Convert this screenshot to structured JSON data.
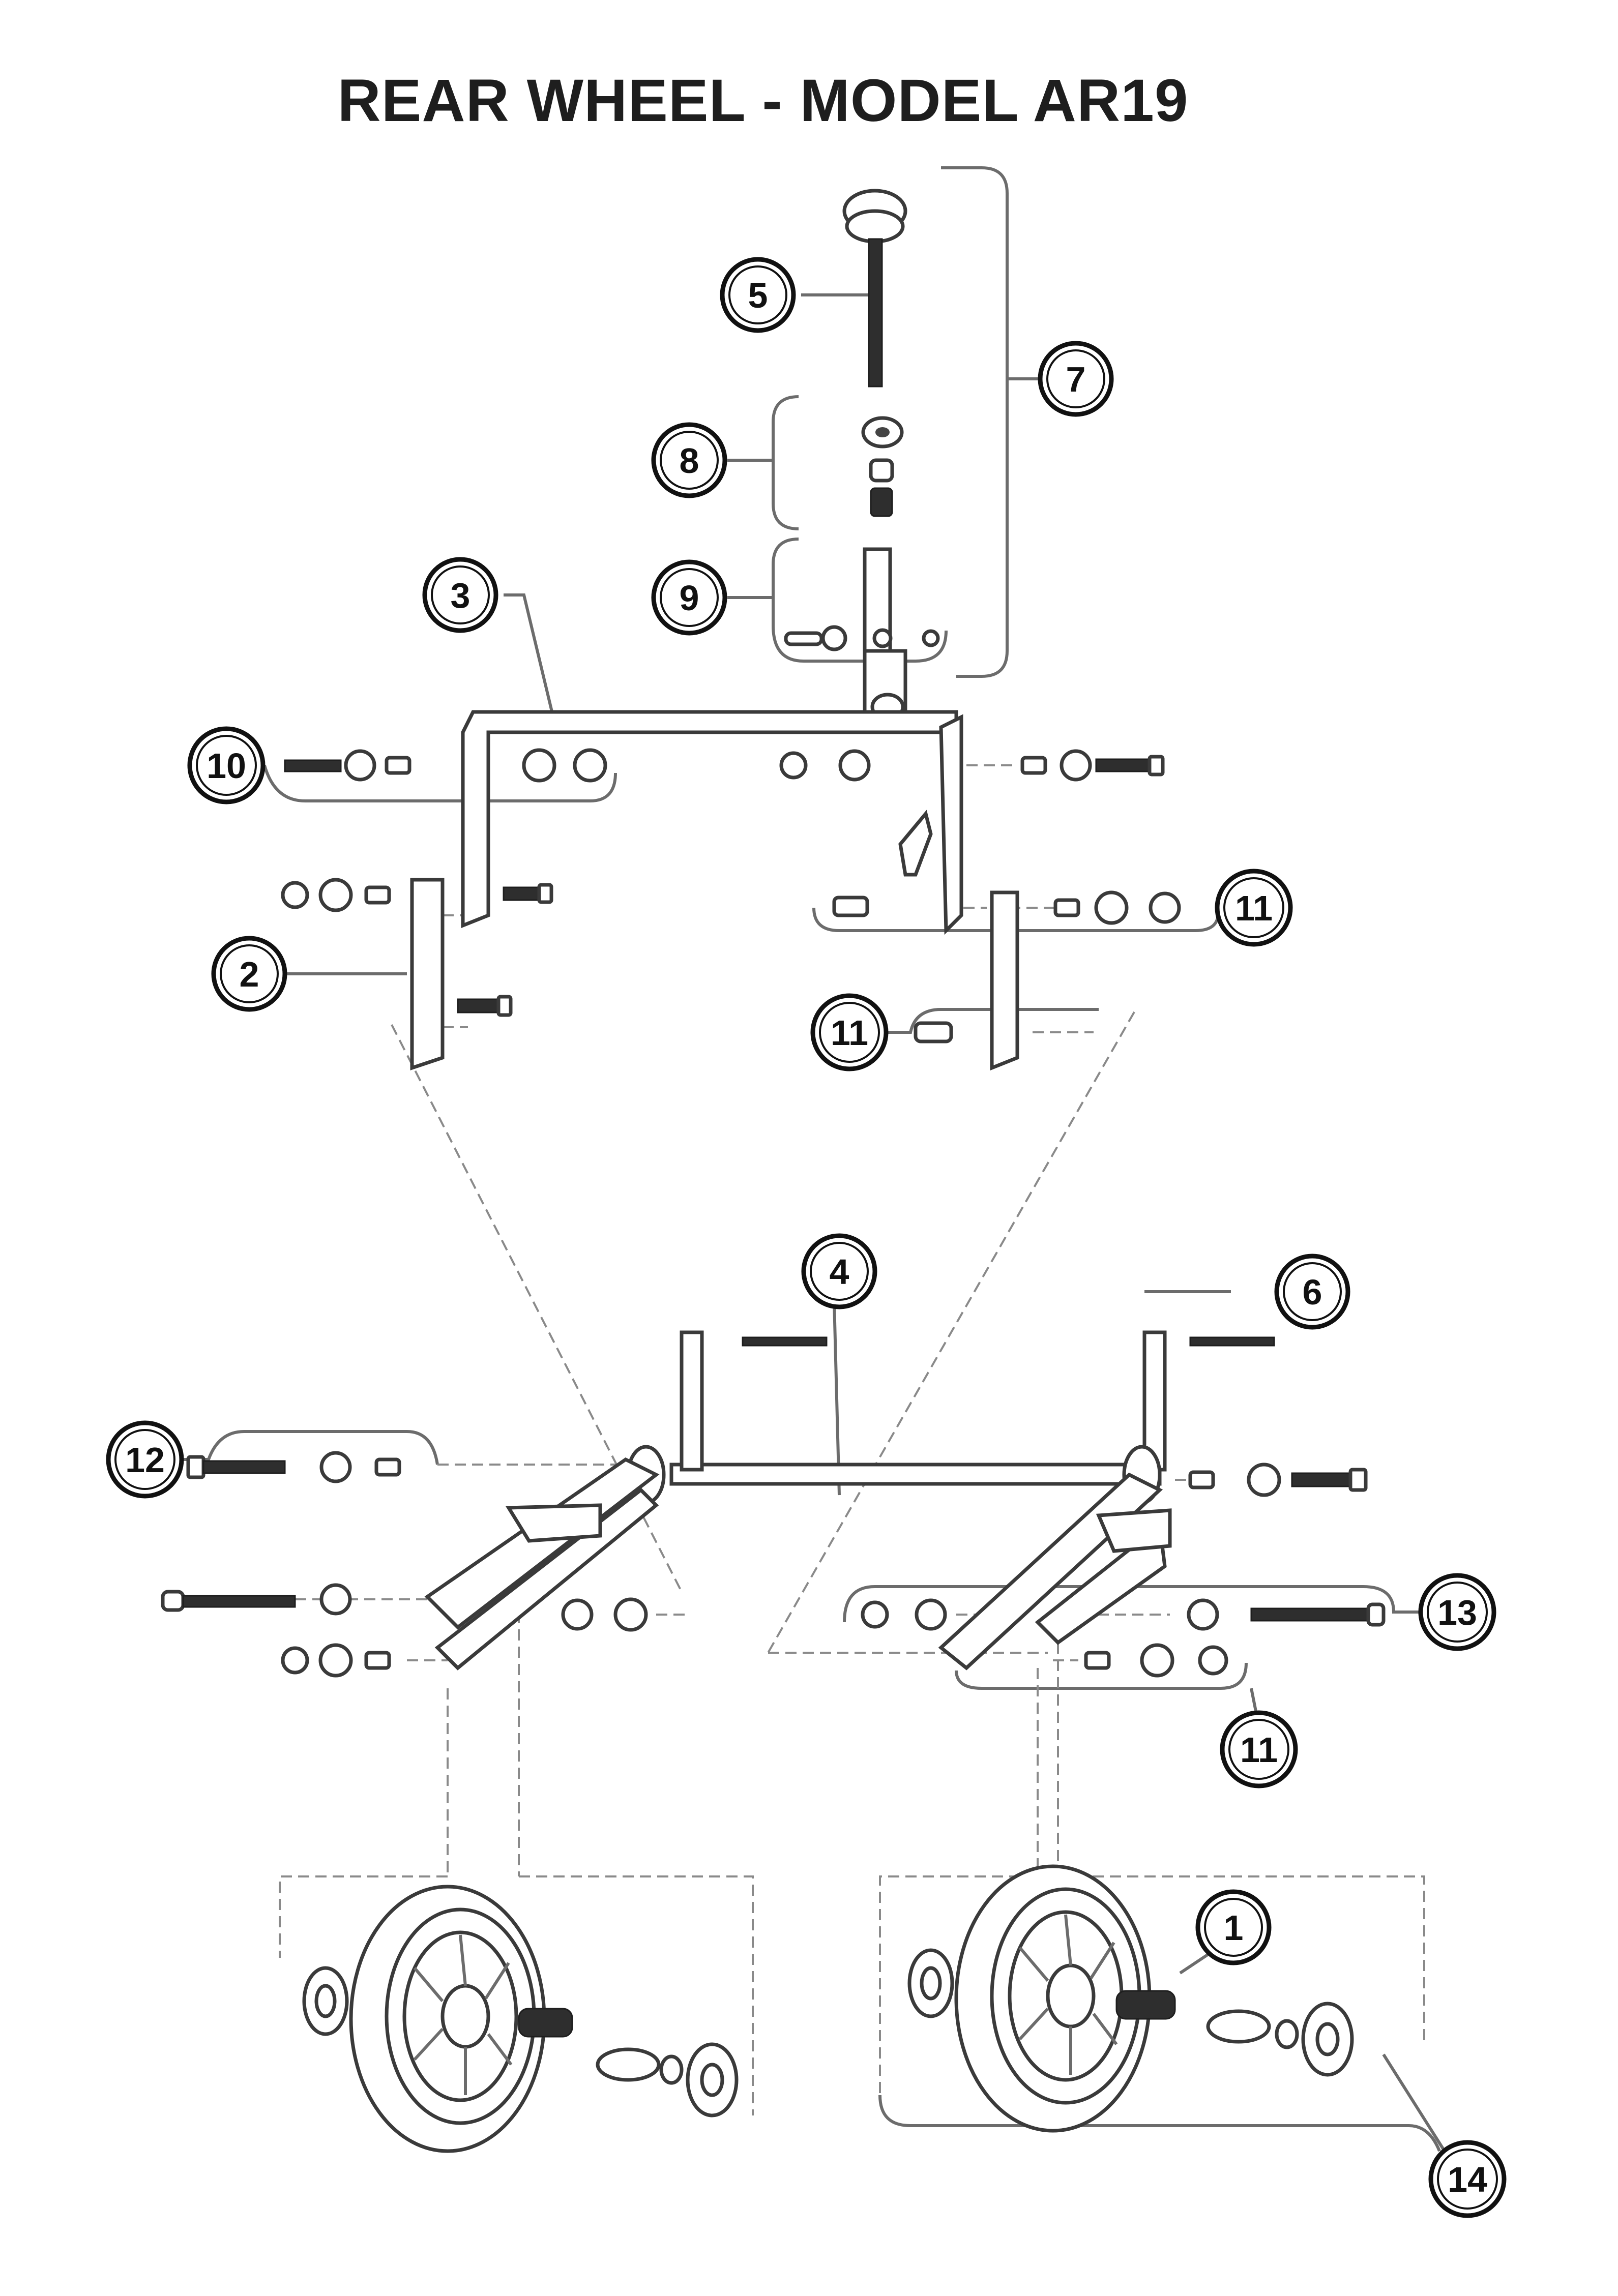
{
  "title": "REAR WHEEL - MODEL AR19",
  "callouts": [
    {
      "id": "c5",
      "label": "5"
    },
    {
      "id": "c7",
      "label": "7"
    },
    {
      "id": "c8",
      "label": "8"
    },
    {
      "id": "c9",
      "label": "9"
    },
    {
      "id": "c3",
      "label": "3"
    },
    {
      "id": "c10",
      "label": "10"
    },
    {
      "id": "c11a",
      "label": "11"
    },
    {
      "id": "c2",
      "label": "2"
    },
    {
      "id": "c11b",
      "label": "11"
    },
    {
      "id": "c4",
      "label": "4"
    },
    {
      "id": "c6",
      "label": "6"
    },
    {
      "id": "c12",
      "label": "12"
    },
    {
      "id": "c13",
      "label": "13"
    },
    {
      "id": "c11c",
      "label": "11"
    },
    {
      "id": "c1",
      "label": "1"
    },
    {
      "id": "c14",
      "label": "14"
    }
  ]
}
